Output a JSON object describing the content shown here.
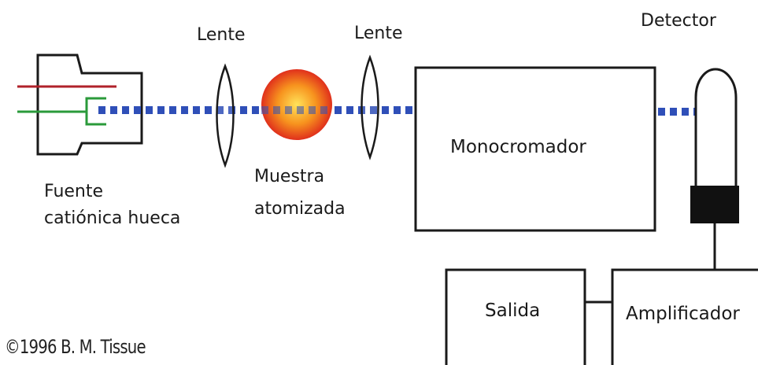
{
  "labels": {
    "lens_left": "Lente",
    "lens_right": "Lente",
    "detector": "Detector",
    "source_line1": "Fuente",
    "source_line2": "catiónica hueca",
    "sample_line1": "Muestra",
    "sample_line2": "atomizada",
    "monochromator": "Monocromador",
    "output": "Salida",
    "amplifier": "Amplificador"
  },
  "copyright": "©1996 B. M. Tissue",
  "colors": {
    "beam": "#2f4fb8",
    "source_red_wire": "#b0222a",
    "source_green_wire": "#2a9a3a",
    "sample_outer": "#e8401f",
    "sample_inner": "#ffd34a",
    "outline": "#1a1a1a",
    "detector_block": "#111111"
  }
}
